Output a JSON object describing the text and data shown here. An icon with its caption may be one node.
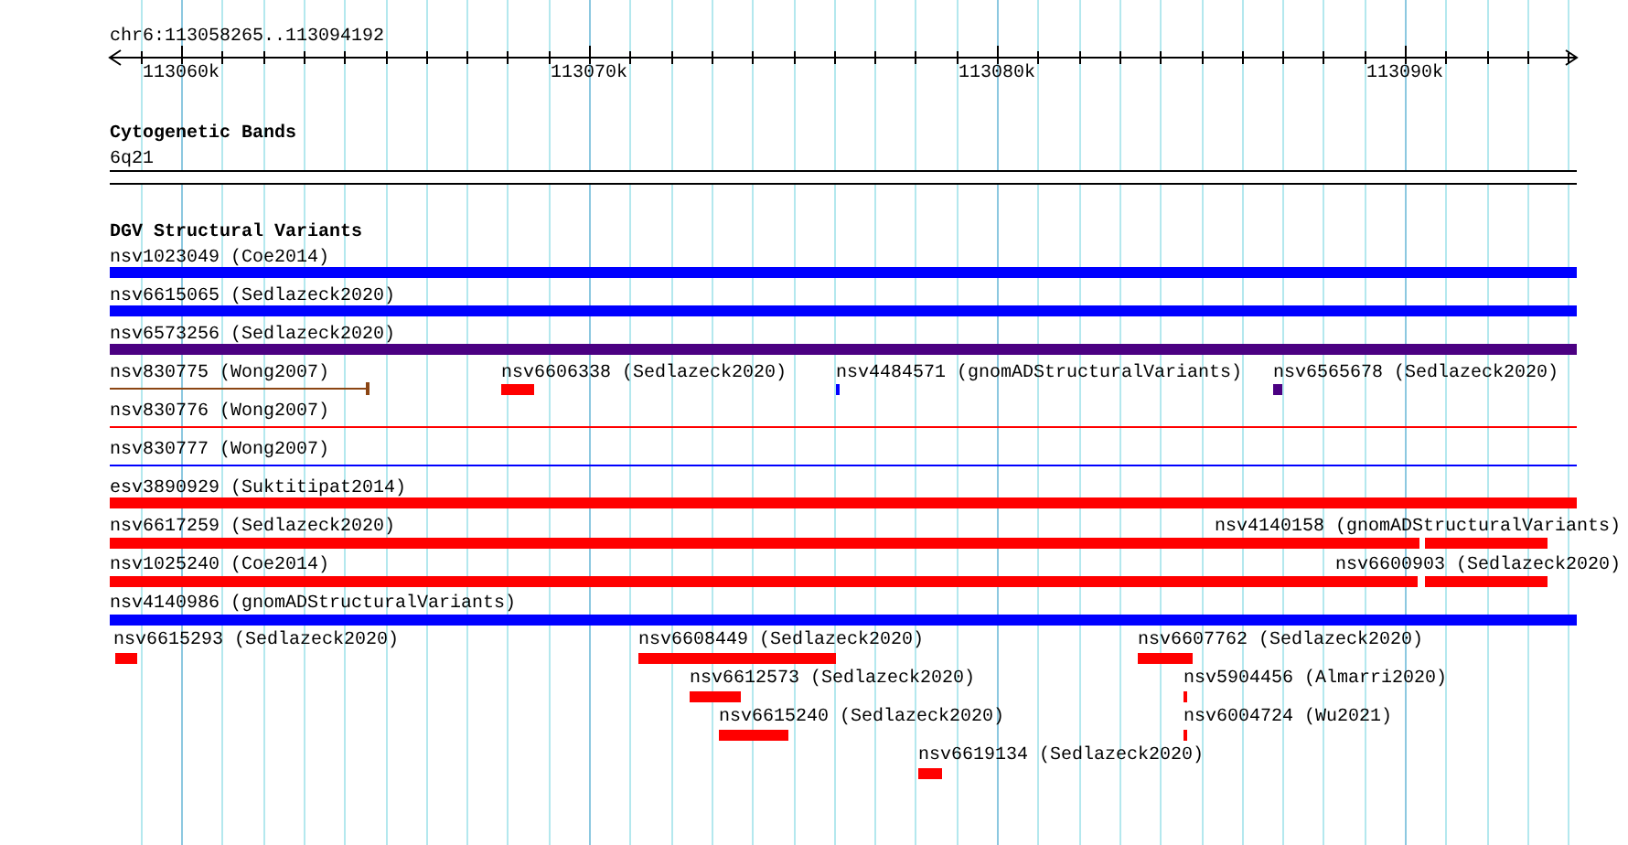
{
  "diagram": {
    "nodes": [
      {
        "text": [
          "6q21"
        ]
      },
      {
        "text": [
          "nsv1023049 (Coe2014)"
        ]
      },
      {
        "text": [
          "nsv6615065 (Sedlazeck2020)"
        ]
      },
      {
        "text": [
          "nsv6573256 (Sedlazeck2020)"
        ]
      },
      {
        "text": [
          "nsv830775 (Wong2007)"
        ]
      },
      {
        "text": [
          "nsv6606338 (Sedlazeck2020)"
        ]
      },
      {
        "text": [
          "nsv4484571 (gnomADStructuralVariants)"
        ]
      },
      {
        "text": [
          "nsv6565678 (Sedlazeck2020)"
        ]
      },
      {
        "text": [
          "nsv830776 (Wong2007)"
        ]
      },
      {
        "text": [
          "nsv830777 (Wong2007)"
        ]
      },
      {
        "text": [
          "esv3890929 (Suktitipat2014)"
        ]
      },
      {
        "text": [
          "nsv6617259 (Sedlazeck2020)"
        ]
      },
      {
        "text": [
          "nsv4140158 (gnomADStructuralVariants)"
        ]
      },
      {
        "text": [
          "nsv1025240 (Coe2014)"
        ]
      },
      {
        "text": [
          "nsv6600903 (Sedlazeck2020)"
        ]
      },
      {
        "text": [
          "nsv4140986 (gnomADStructuralVariants)"
        ]
      },
      {
        "text": [
          "nsv6615293 (Sedlazeck2020)"
        ]
      },
      {
        "text": [
          "nsv6608449 (Sedlazeck2020)"
        ]
      },
      {
        "text": [
          "nsv6607762 (Sedlazeck2020)"
        ]
      },
      {
        "text": [
          "nsv6612573 (Sedlazeck2020)"
        ]
      },
      {
        "text": [
          "nsv5904456 (Almarri2020)"
        ]
      },
      {
        "text": [
          "nsv6615240 (Sedlazeck2020)"
        ]
      },
      {
        "text": [
          "nsv6004724 (Wu2021)"
        ]
      },
      {
        "text": [
          "nsv6619134 (Sedlazeck2020)"
        ]
      }
    ],
    "labels": [
      "chr6:113058265..113094192",
      "113060k",
      "113070k",
      "113080k",
      "113090k",
      "Cytogenetic Bands",
      "DGV Structural Variants"
    ]
  }
}
